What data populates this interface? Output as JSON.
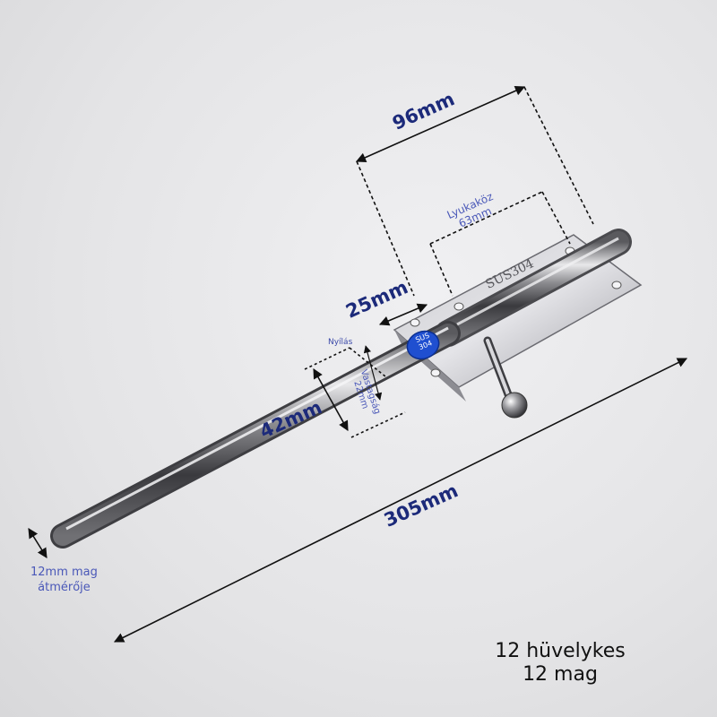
{
  "dimensions": {
    "bolt_width": "96mm",
    "hole_spacing_title": "Lyukaköz",
    "hole_spacing_value": "63mm",
    "plate_offset": "25mm",
    "opening_label": "Nyílás",
    "bolt_height": "42mm",
    "thickness_title": "Vastagság",
    "thickness_value": "22mm",
    "total_length": "305mm",
    "core_diameter_line1": "12mm mag",
    "core_diameter_line2": "átmérője"
  },
  "engraving": {
    "plate_mark": "SUS304",
    "badge_top": "SUS",
    "badge_bottom": "304"
  },
  "caption": {
    "line1": "12 hüvelykes",
    "line2": "12 mag"
  },
  "colors": {
    "background": "#e6e6e8",
    "dimension_text": "#1c2a7a",
    "annotation_text": "#4a58b8",
    "badge": "#1f4fd0",
    "steel": "#9a9a9e"
  }
}
